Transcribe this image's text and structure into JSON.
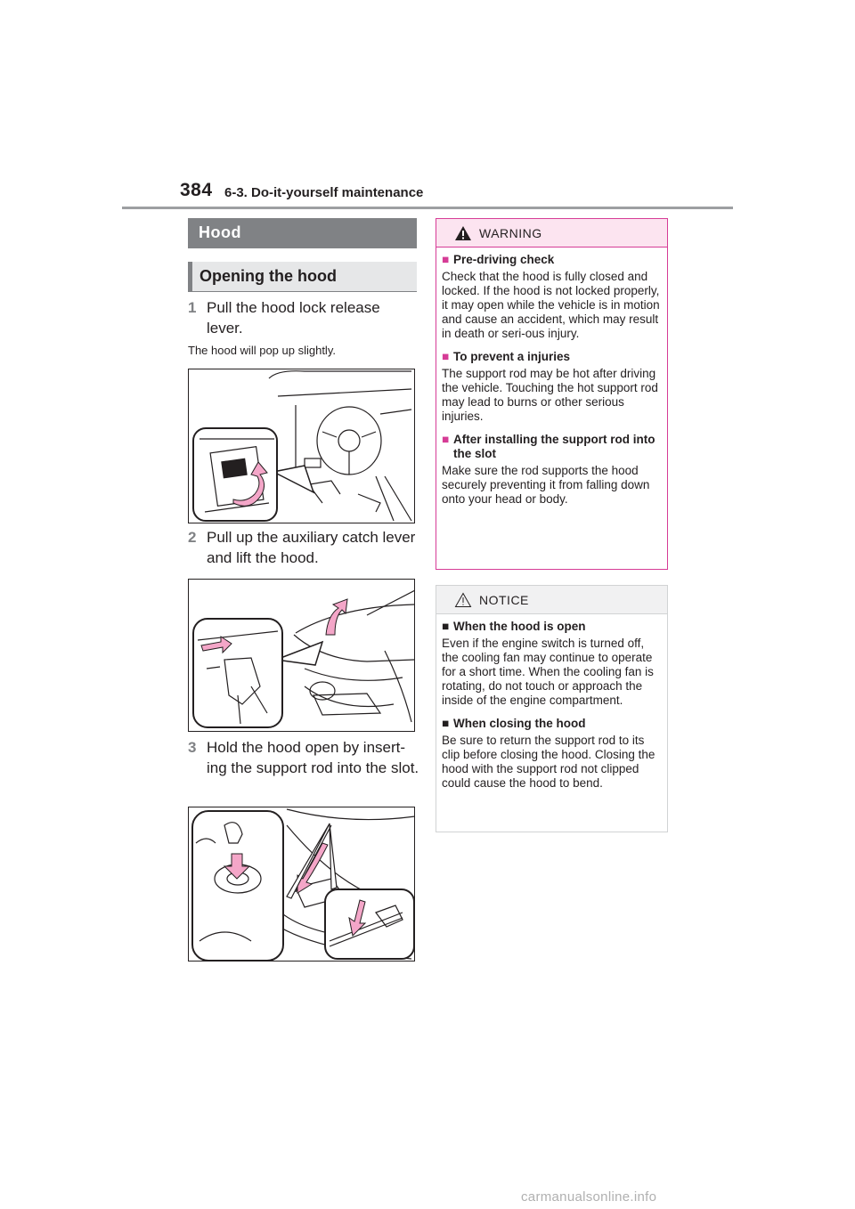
{
  "header": {
    "page_number": "384",
    "section": "6-3. Do-it-yourself maintenance"
  },
  "left": {
    "hood_heading": "Hood",
    "opening_heading": "Opening the hood",
    "steps": [
      {
        "num": "1",
        "text": "Pull the hood lock release lever."
      },
      {
        "num": "2",
        "text": "Pull up the auxiliary catch lever and lift the hood."
      },
      {
        "num": "3",
        "text": "Hold the hood open by insert-ing the support rod into the slot."
      }
    ],
    "note": "The hood will pop up slightly."
  },
  "warning": {
    "label": "WARNING",
    "items": [
      {
        "title": "Pre-driving check",
        "body": "Check that the hood is fully closed and locked. If the hood is not locked properly, it may open while the vehicle is in motion and cause an accident, which may result in death or seri-ous injury."
      },
      {
        "title": "To prevent a injuries",
        "body": "The support rod may be hot after driving the vehicle. Touching the hot support rod may lead to burns or other serious injuries."
      },
      {
        "title": "After installing the support rod into the slot",
        "body": "Make sure the rod supports the hood securely preventing it from falling down onto your head or body."
      }
    ]
  },
  "notice": {
    "label": "NOTICE",
    "items": [
      {
        "title": "When the hood is open",
        "body": "Even if the engine switch is turned off, the cooling fan may continue to operate for a short time. When the cooling fan is rotating, do not touch or approach the inside of the engine compartment."
      },
      {
        "title": "When closing the hood",
        "body": "Be sure to return the support rod to its clip before closing the hood. Closing the hood with the support rod not clipped could cause the hood to bend."
      }
    ]
  },
  "footer": {
    "watermark": "carmanualsonline.info"
  },
  "colors": {
    "warning_accent": "#d63c96",
    "warning_fill": "#fce4f0",
    "heading_gray": "#808285",
    "arrow_pink": "#f4a6c8"
  },
  "icons": [
    "warning-triangle-icon",
    "notice-triangle-icon"
  ]
}
